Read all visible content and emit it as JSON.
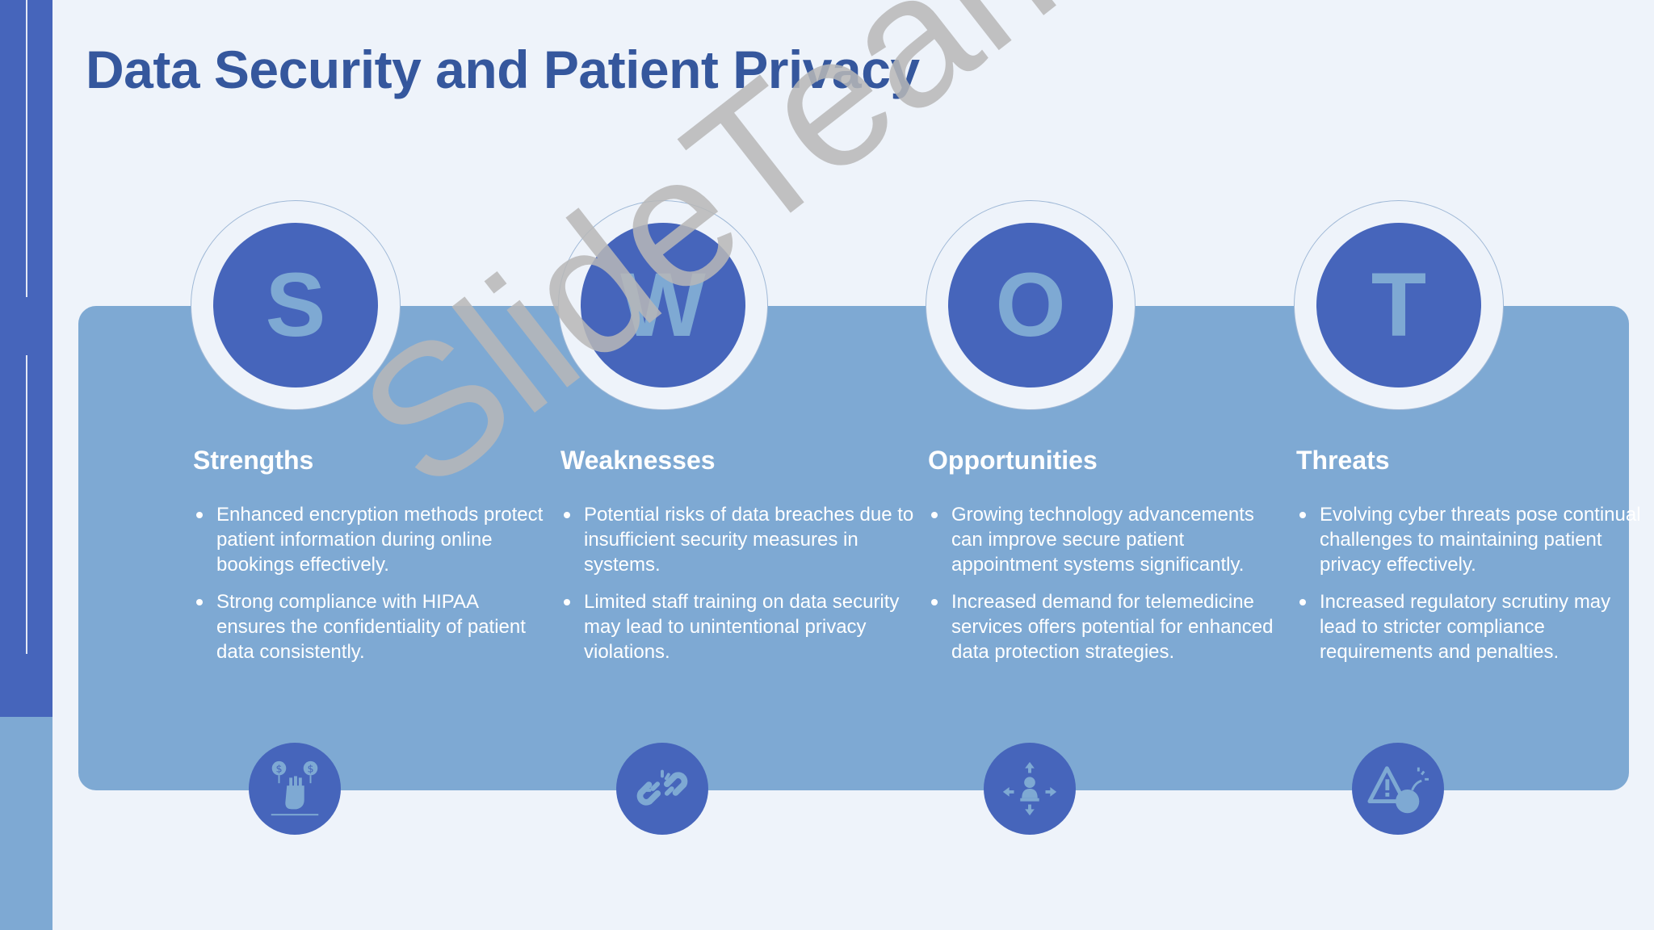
{
  "slide": {
    "title": "Data Security and Patient Privacy",
    "watermark": "SlideTeam"
  },
  "colors": {
    "background": "#eef3fa",
    "primary_blue": "#4665bb",
    "light_blue": "#7ea9d3",
    "title_blue": "#35579d"
  },
  "swot": [
    {
      "letter": "S",
      "heading": "Strengths",
      "bullets": [
        "Enhanced encryption methods protect patient information during online bookings effectively.",
        "Strong compliance with HIPAA ensures the confidentiality of patient data consistently."
      ],
      "icon": "hand-vote-coins-icon"
    },
    {
      "letter": "W",
      "heading": "Weaknesses",
      "bullets": [
        "Potential risks of data breaches due to insufficient security measures in systems.",
        "Limited staff training on data security may lead to unintentional privacy violations."
      ],
      "icon": "broken-link-icon"
    },
    {
      "letter": "O",
      "heading": "Opportunities",
      "bullets": [
        "Growing technology advancements can improve secure patient appointment systems significantly.",
        "Increased demand for telemedicine services offers potential for enhanced data protection strategies."
      ],
      "icon": "person-arrows-icon"
    },
    {
      "letter": "T",
      "heading": "Threats",
      "bullets": [
        "Evolving cyber threats pose continual challenges to maintaining patient privacy effectively.",
        "Increased regulatory scrutiny may lead to stricter compliance requirements and penalties."
      ],
      "icon": "warning-bomb-icon"
    }
  ]
}
